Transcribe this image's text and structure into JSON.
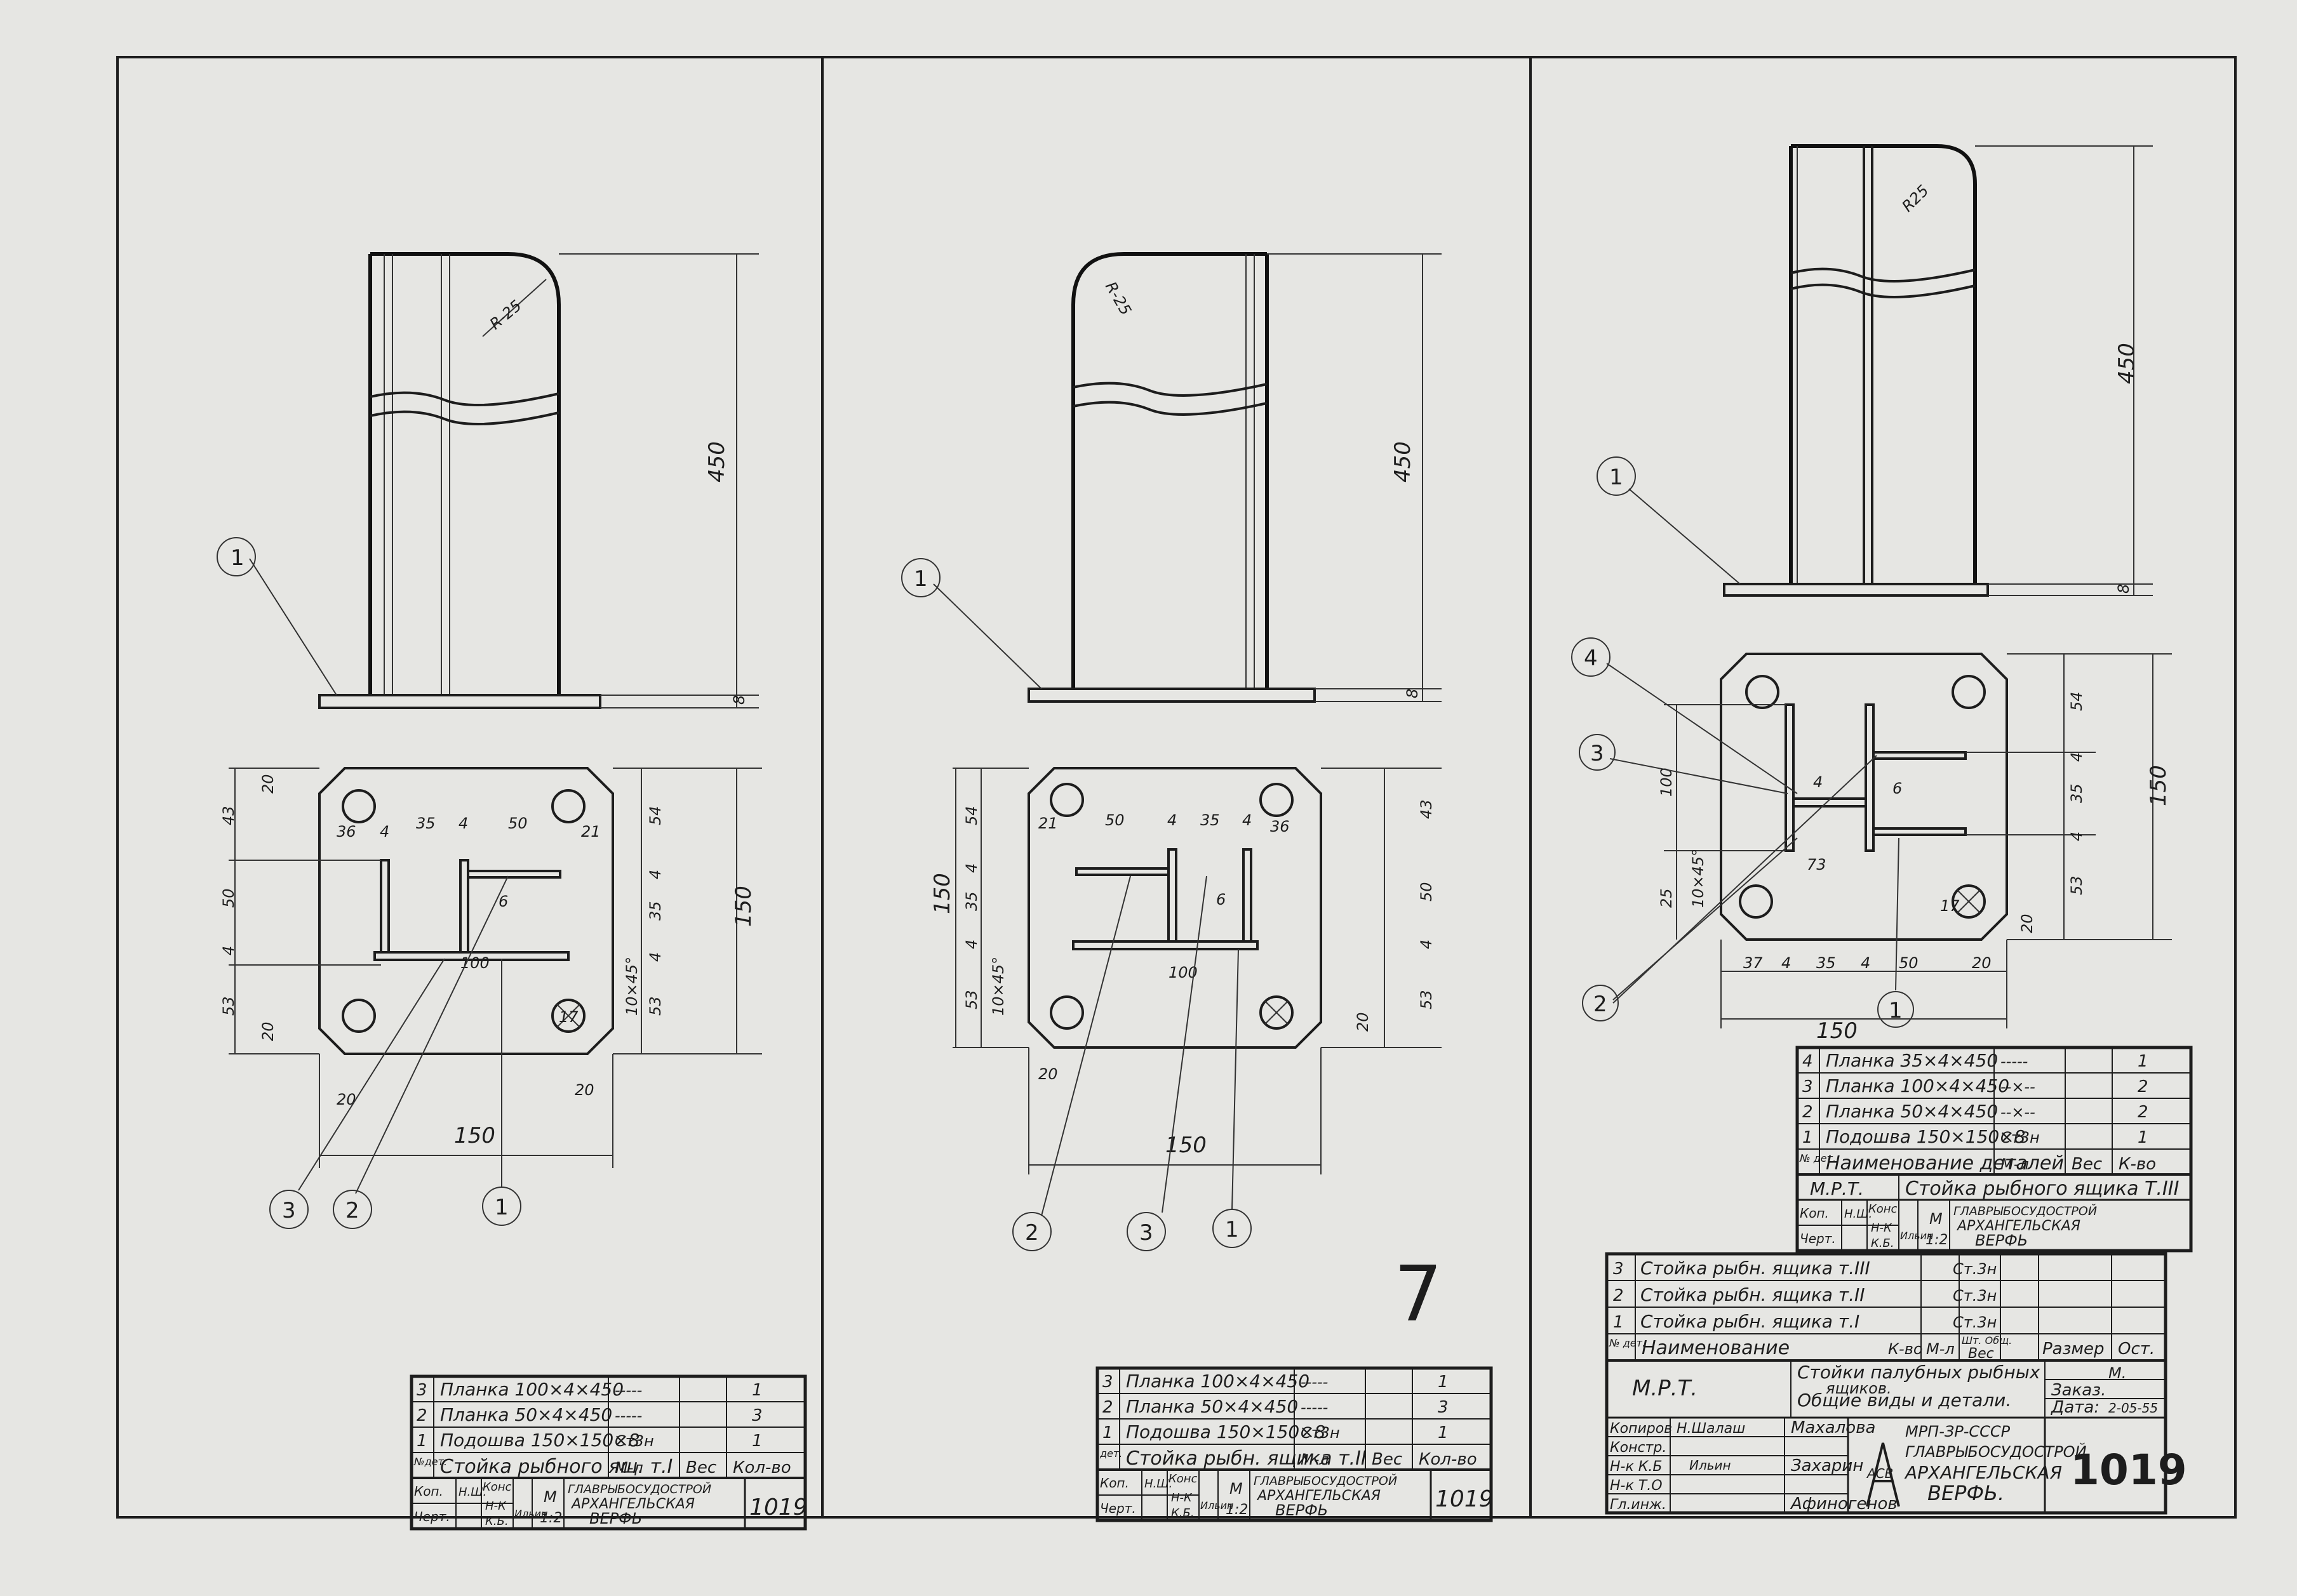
{
  "colors": {
    "paper": "#e6e6e3",
    "ink": "#1d1d1d"
  },
  "sheet_number": "1019",
  "stamp_number": "7",
  "sheets": [
    {
      "id": "type1",
      "note_fillet": "R-25",
      "height_dim": "450",
      "base_dim": "8",
      "callouts": {
        "base": "1",
        "plate_a": "3",
        "plate_b": "2",
        "bottom": "1"
      },
      "plan_dims": {
        "top_left": "20",
        "left_43": "43",
        "left_50": "50",
        "left_4": "4",
        "left_53": "53",
        "left_20": "20",
        "d36": "36",
        "d4a": "4",
        "d35": "35",
        "d4b": "4",
        "d50": "50",
        "d21": "21",
        "right_54": "54",
        "right_4a": "4",
        "right_35": "35",
        "right_4b": "4",
        "right_53": "53",
        "right_150": "150",
        "weld": "6",
        "len100": "100",
        "hole": "17",
        "chamfer": "10×45°",
        "bot20a": "20",
        "bot20b": "20",
        "width150": "150"
      },
      "table": {
        "rows": [
          {
            "n": "3",
            "name": "Планка 100×4×450",
            "mat": "-----",
            "qty": "1"
          },
          {
            "n": "2",
            "name": "Планка 50×4×450",
            "mat": "-----",
            "qty": "3"
          },
          {
            "n": "1",
            "name": "Подошва 150×150×8",
            "mat": "Ст3н",
            "qty": "1"
          }
        ],
        "head_n": "№дет.",
        "head_name": "Стойка рыбного ящ. т.I",
        "head_mat": "М-л",
        "head_wt": "Вес",
        "head_qty": "Кол-во",
        "kop": "Коп.",
        "cher": "Черт.",
        "sig1": "Н.Ш.",
        "kons": "Конс",
        "nk": "Н-К",
        "kb": "К.Б.",
        "sig2": "Ильин",
        "m": "М",
        "scale": "1:2",
        "org1": "ГЛАВРЫБОСУДОСТРОЙ",
        "org2": "АРХАНГЕЛЬСКАЯ",
        "org3": "ВЕРФЬ",
        "num": "1019"
      }
    },
    {
      "id": "type2",
      "note_fillet": "R-25",
      "height_dim": "450",
      "base_dim": "8",
      "callouts": {
        "base": "1",
        "plate_b": "2",
        "plate_a": "3",
        "bottom": "1"
      },
      "plan_dims": {
        "left_54": "54",
        "left_4a": "4",
        "left_35": "35",
        "left_4b": "4",
        "left_53": "53",
        "left_150": "150",
        "d21": "21",
        "d50": "50",
        "d4a": "4",
        "d35": "35",
        "d4b": "4",
        "d36": "36",
        "right_43": "43",
        "right_50": "50",
        "right_4": "4",
        "right_53": "53",
        "right_20": "20",
        "weld": "6",
        "len100": "100",
        "chamfer": "10×45°",
        "bot20": "20",
        "width150": "150"
      },
      "table": {
        "rows": [
          {
            "n": "3",
            "name": "Планка 100×4×450",
            "mat": "-----",
            "qty": "1"
          },
          {
            "n": "2",
            "name": "Планка 50×4×450",
            "mat": "-----",
            "qty": "3"
          },
          {
            "n": "1",
            "name": "Подошва 150×150×8",
            "mat": "Ст3н",
            "qty": "1"
          }
        ],
        "head_n": "дет.",
        "head_name": "Стойка рыбн. ящика т.II",
        "head_mat": "М-л",
        "head_wt": "Вес",
        "head_qty": "Кол-во",
        "kop": "Коп.",
        "cher": "Черт.",
        "sig1": "Н.Ш.",
        "kons": "Конс",
        "nk": "Н-К",
        "kb": "К.Б.",
        "sig2": "Ильин",
        "m": "М",
        "scale": "1:2",
        "org1": "ГЛАВРЫБОСУДОСТРОЙ",
        "org2": "АРХАНГЕЛЬСКАЯ",
        "org3": "ВЕРФЬ",
        "num": "1019"
      }
    },
    {
      "id": "type3",
      "note_fillet": "R25",
      "height_dim": "450",
      "base_dim": "8",
      "callouts": {
        "base": "1",
        "plate_d": "4",
        "plate_a": "3",
        "plate_b": "2",
        "bottom": "1"
      },
      "plan_dims": {
        "right_54": "54",
        "right_4a": "4",
        "right_35": "35",
        "right_4b": "4",
        "right_53": "53",
        "right_20": "20",
        "right_150": "150",
        "left_100": "100",
        "left_25": "25",
        "chamfer": "10×45°",
        "d4top": "4",
        "d73": "73",
        "weld": "6",
        "b37": "37",
        "b4a": "4",
        "b35": "35",
        "b4b": "4",
        "b50": "50",
        "b20": "20",
        "width150": "150",
        "hole": "17"
      },
      "table": {
        "rows": [
          {
            "n": "4",
            "name": "Планка 35×4×450",
            "mat": "-----",
            "qty": "1"
          },
          {
            "n": "3",
            "name": "Планка 100×4×450",
            "mat": "--×--",
            "qty": "2"
          },
          {
            "n": "2",
            "name": "Планка 50×4×450",
            "mat": "--×--",
            "qty": "2"
          },
          {
            "n": "1",
            "name": "Подошва 150×150×8",
            "mat": "Ст3н",
            "qty": "1"
          }
        ],
        "head_n": "№ дет.",
        "head_name": "Наименование деталей",
        "head_mat": "М-л",
        "head_wt": "Вес",
        "head_qty": "К-во",
        "mrt": "М.Р.Т.",
        "title": "Стойка рыбного ящика Т.III",
        "kop": "Коп.",
        "cher": "Черт.",
        "sig1": "Н.Ш.",
        "kons": "Конс",
        "nk": "Н-К",
        "kb": "К.Б.",
        "sig2": "Ильин",
        "m": "М",
        "scale": "1:2",
        "org1": "ГЛАВРЫБОСУДОСТРОЙ",
        "org2": "АРХАНГЕЛЬСКАЯ",
        "org3": "ВЕРФЬ"
      }
    }
  ],
  "main_table": {
    "rows": [
      {
        "n": "3",
        "name": "Стойка рыбн. ящика т.III",
        "mat": "Ст.3н"
      },
      {
        "n": "2",
        "name": "Стойка рыбн. ящика т.II",
        "mat": "Ст.3н"
      },
      {
        "n": "1",
        "name": "Стойка рыбн. ящика т.I",
        "mat": "Ст.3н"
      }
    ],
    "head_n": "№ дет.",
    "head_name": "Наименование",
    "head_qty": "К-во",
    "head_mat": "М-л",
    "head_wt1": "Шт.",
    "head_wt2": "Общ.",
    "head_wt3": "Вес",
    "head_size": "Размер",
    "head_ost": "Ост.",
    "mrt": "М.Р.Т.",
    "title1": "Стойки палубных рыбных",
    "title2": "ящиков.",
    "title3": "Общие виды и детали.",
    "m_label": "М.",
    "zakaz": "Заказ.",
    "data_label": "Дата:",
    "data_val": "2-05-55",
    "roles": [
      "Копиров",
      "Констр.",
      "Н-к К.Б",
      "Н-к Т.О",
      "Гл.инж."
    ],
    "sig_kop": "Н.Шалаш",
    "names": [
      "Махалова",
      "",
      "Захарин",
      "",
      "Афиногенов"
    ],
    "sig_nk": "Ильин",
    "org0": "МРП-ЗР-СССР",
    "org1": "ГЛАВРЫБОСУДОСТРОЙ",
    "org2": "АРХАНГЕЛЬСКАЯ",
    "org3": "ВЕРФЬ.",
    "logo": "АСВ"
  }
}
